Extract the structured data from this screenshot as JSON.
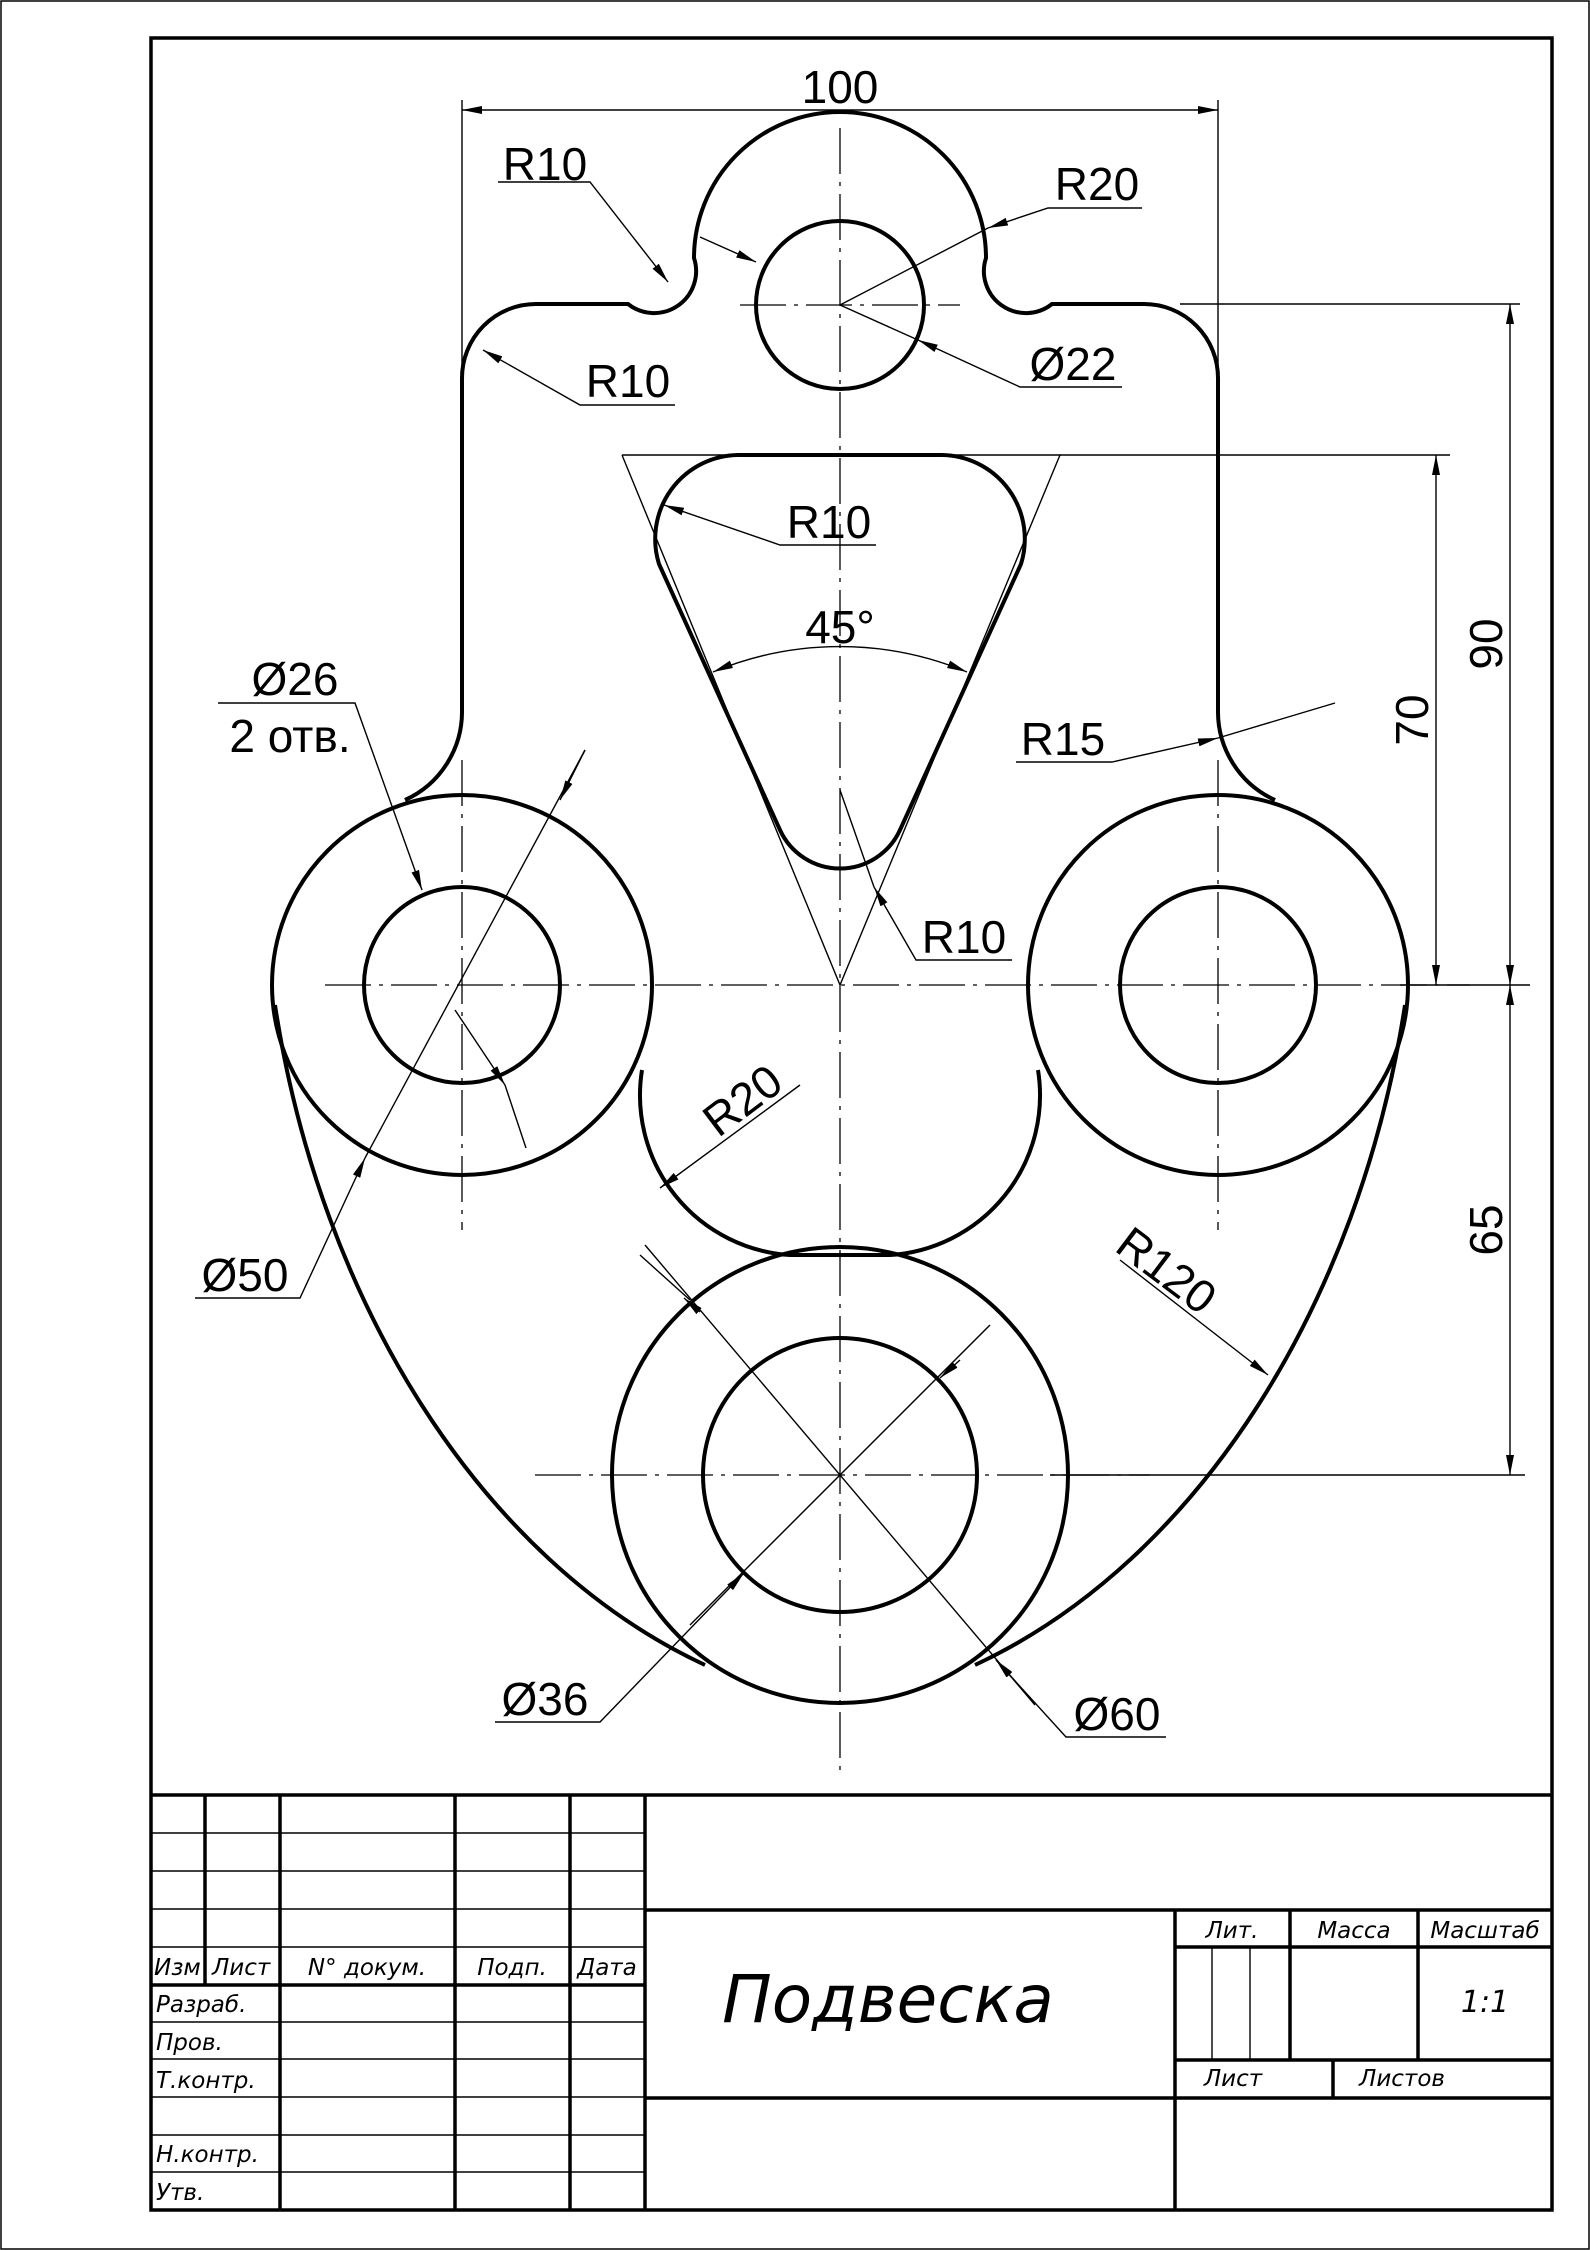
{
  "drawing": {
    "dimensions": {
      "width_100": "100",
      "r10_top_left_outer": "R10",
      "r20_top": "R20",
      "r10_top_left_inner": "R10",
      "d22": "Ø22",
      "r10_slot_top": "R10",
      "angle_45": "45°",
      "d26": "Ø26",
      "holes_2": "2 отв.",
      "r15": "R15",
      "h70": "70",
      "h90": "90",
      "r10_slot_bottom": "R10",
      "r20_mid": "R20",
      "h65": "65",
      "d50": "Ø50",
      "r120": "R120",
      "d36": "Ø36",
      "d60": "Ø60"
    }
  },
  "title_block": {
    "col_izm": "Изм",
    "col_list": "Лист",
    "col_doc": "N° докум.",
    "col_sign": "Подп.",
    "col_date": "Дата",
    "row_razrab": "Разраб.",
    "row_prov": "Пров.",
    "row_tkontr": "Т.контр.",
    "row_nkontr": "Н.контр.",
    "row_utv": "Утв.",
    "title": "Подвеска",
    "lit": "Лит.",
    "massa": "Масса",
    "masshtab": "Масштаб",
    "scale": "1:1",
    "sheet": "Лист",
    "sheets": "Листов"
  }
}
